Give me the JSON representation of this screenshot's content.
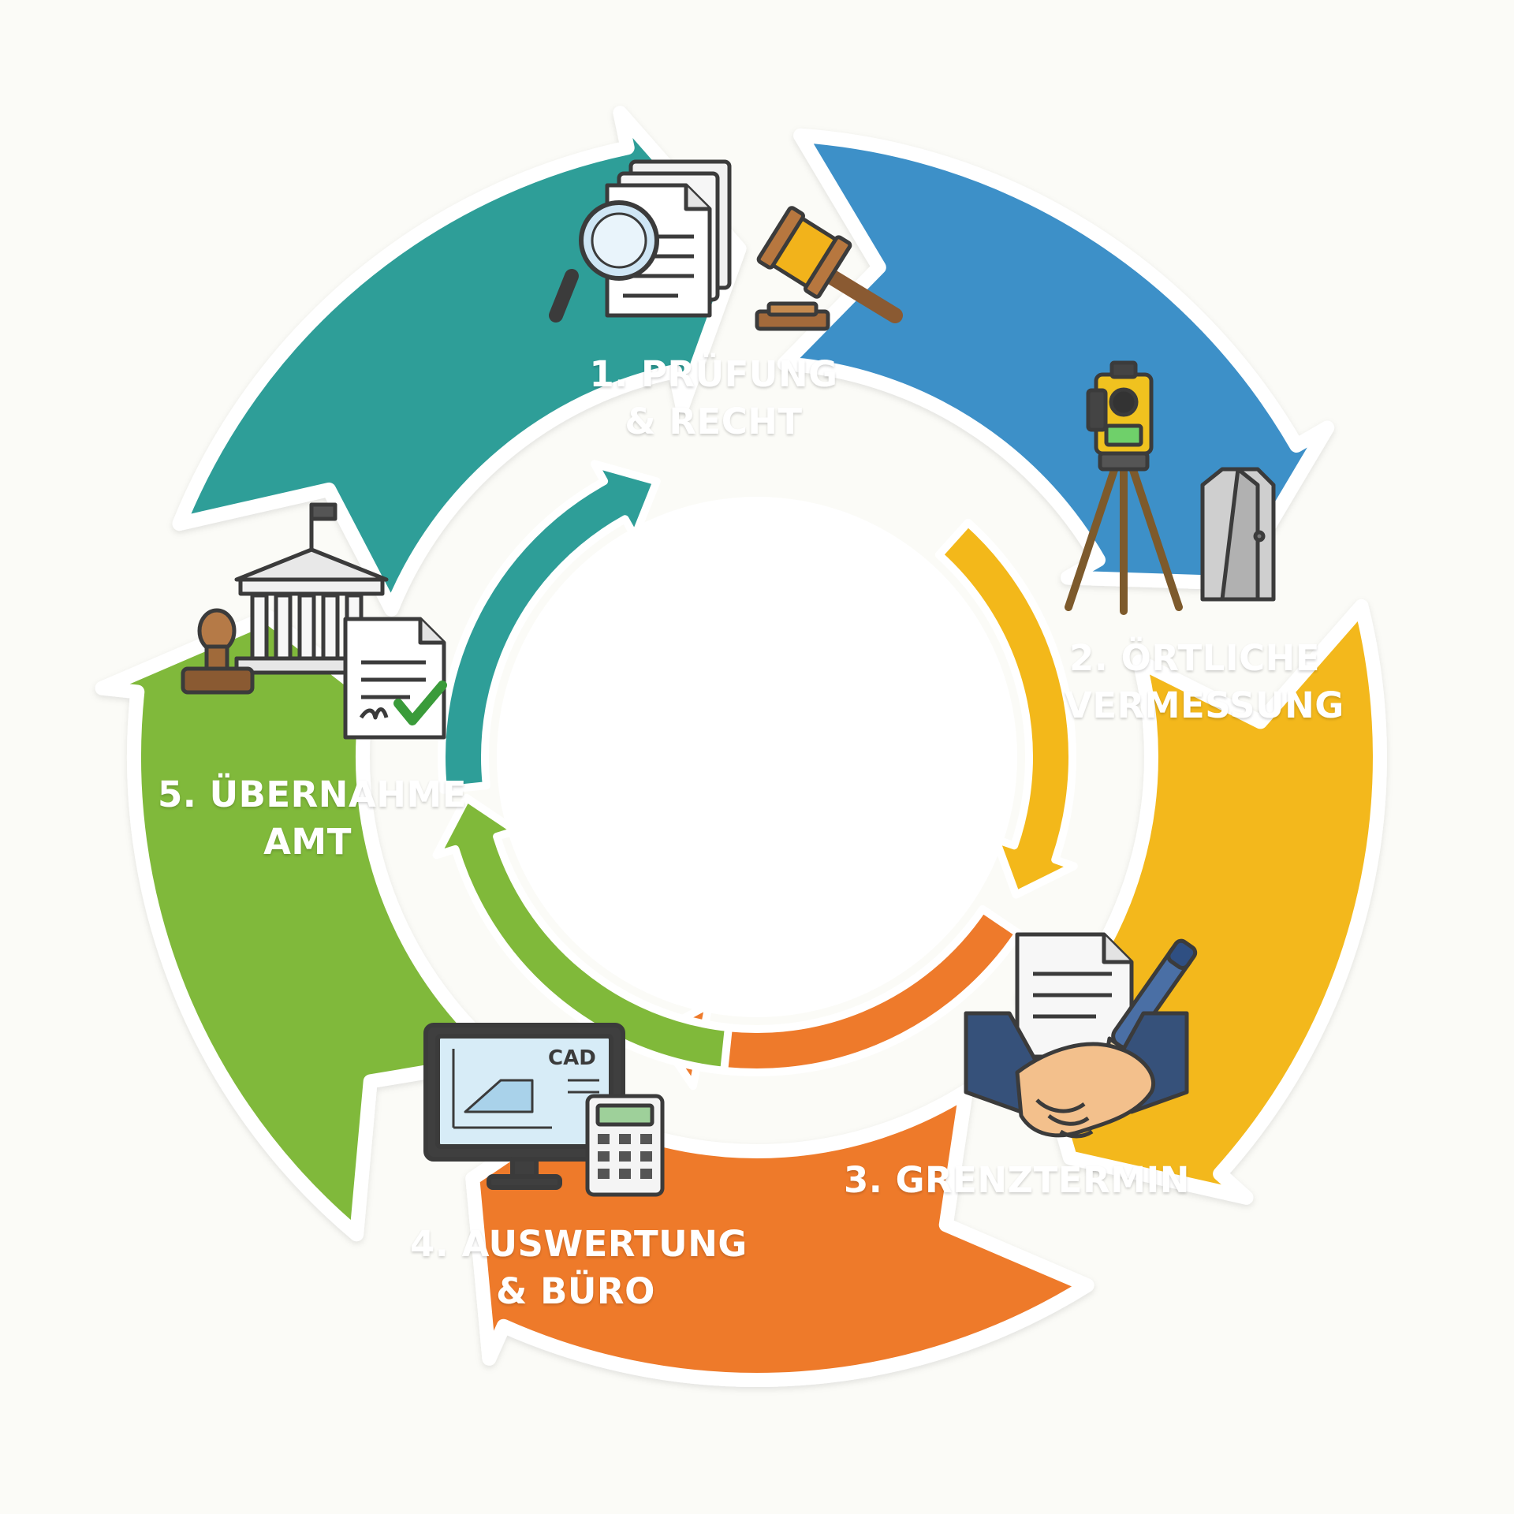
{
  "colors": {
    "background": "#fbfbf7",
    "step1": "#3d90c8",
    "step2": "#f3b81a",
    "step3": "#ee7a2b",
    "step4": "#80b93a",
    "step5": "#2e9e98",
    "text": "#ffffff",
    "outline": "#3b3b3b"
  },
  "steps": [
    {
      "number": "1.",
      "line1": "1. PRÜFUNG",
      "line2": "& RECHT",
      "icons": [
        "magnifying-glass-icon",
        "documents-icon",
        "gavel-icon"
      ]
    },
    {
      "number": "2.",
      "line1": "2. ÖRTLICHE",
      "line2": "VERMESSUNG",
      "icons": [
        "total-station-tripod-icon",
        "boundary-stone-icon"
      ]
    },
    {
      "number": "3.",
      "line1": "3. GRENZTERMIN",
      "line2": "",
      "icons": [
        "contract-document-icon",
        "pen-icon",
        "handshake-icon"
      ]
    },
    {
      "number": "4.",
      "line1": "4. AUSWERTUNG",
      "line2": "& BÜRO",
      "icons": [
        "computer-monitor-icon",
        "calculator-icon"
      ],
      "screen_text": "CAD"
    },
    {
      "number": "5.",
      "line1": "5. ÜBERNAHME",
      "line2": "AMT",
      "icons": [
        "government-building-icon",
        "stamp-icon",
        "approved-document-icon"
      ]
    }
  ]
}
